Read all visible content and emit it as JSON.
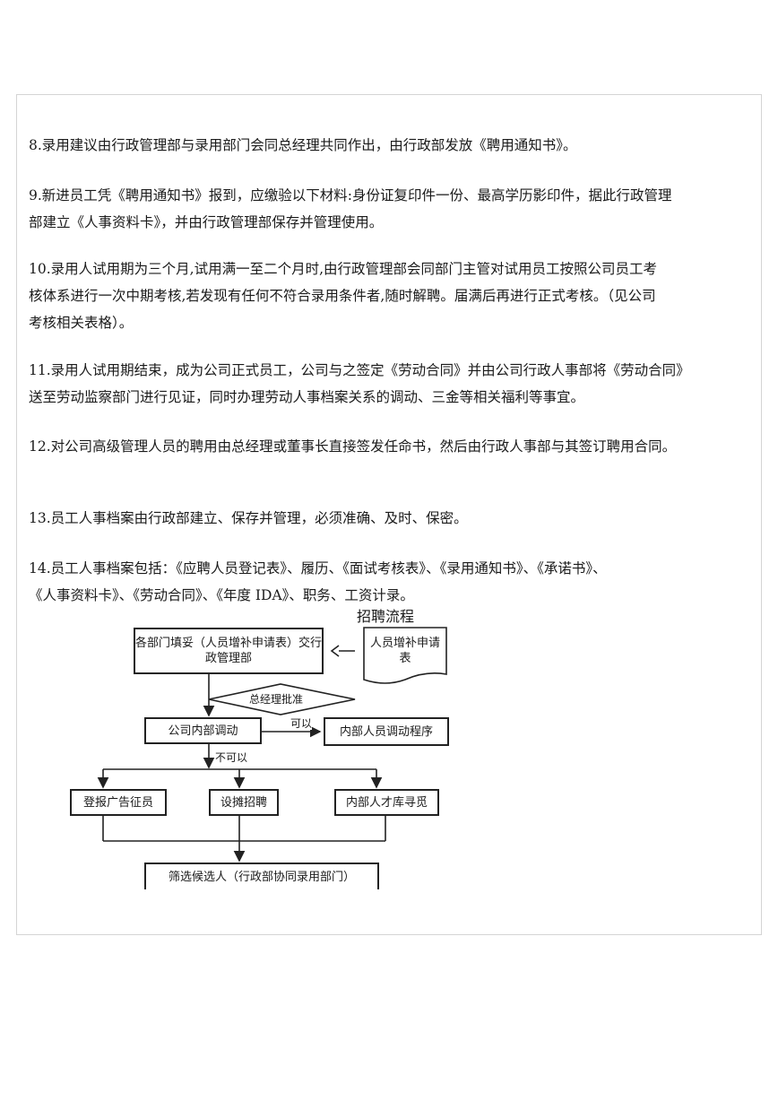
{
  "items": [
    {
      "num": "8.",
      "text": "录用建议由行政管理部与录用部门会同总经理共同作出，由行政部发放《聘用通知书》。"
    },
    {
      "num": "9.",
      "lines": [
        "新进员工凭《聘用通知书》报到，应缴验以下材料:身份证复印件一份、最高学历影印件，据此行政管理",
        "部建立《人事资料卡》，并由行政管理部保存并管理使用。"
      ]
    },
    {
      "num": "10.",
      "lines": [
        "录用人试用期为三个月,试用满一至二个月时,由行政管理部会同部门主管对试用员工按照公司员工考",
        "核体系进行一次中期考核,若发现有任何不符合录用条件者,随时解聘。届满后再进行正式考核。（见公司",
        "考核相关表格）。"
      ]
    },
    {
      "num": "11.",
      "lines": [
        "录用人试用期结束，成为公司正式员工，公司与之签定《劳动合同》并由公司行政人事部将《劳动合同》",
        "送至劳动监察部门进行见证，同时办理劳动人事档案关系的调动、三金等相关福利等事宜。"
      ]
    },
    {
      "num": "12.",
      "text": "对公司高级管理人员的聘用由总经理或董事长直接签发任命书，然后由行政人事部与其签订聘用合同。"
    },
    {
      "num": "13.",
      "text": "员工人事档案由行政部建立、保存并管理，必须准确、及时、保密。"
    },
    {
      "num": "14.",
      "lines": [
        "员工人事档案包括：《应聘人员登记表》、履历、《面试考核表》、《录用通知书》、《承诺书》、",
        "《人事资料卡》、《劳动合同》、《年度 IDA》、职务、工资计录。"
      ]
    }
  ],
  "flowchart": {
    "title": "招聘流程",
    "box_request": "各部门填妥（人员增补申请表）交行政管理部",
    "doc_form": "人员增补申请表",
    "decision": "总经理批准",
    "box_internal": "公司内部调动",
    "label_yes": "可以",
    "box_transfer": "内部人员调动程序",
    "label_no": "不可以",
    "box_ads": "登报广告征员",
    "box_booth": "设摊招聘",
    "box_talent": "内部人才库寻觅",
    "box_screen": "筛选候选人（行政部协同录用部门）"
  }
}
